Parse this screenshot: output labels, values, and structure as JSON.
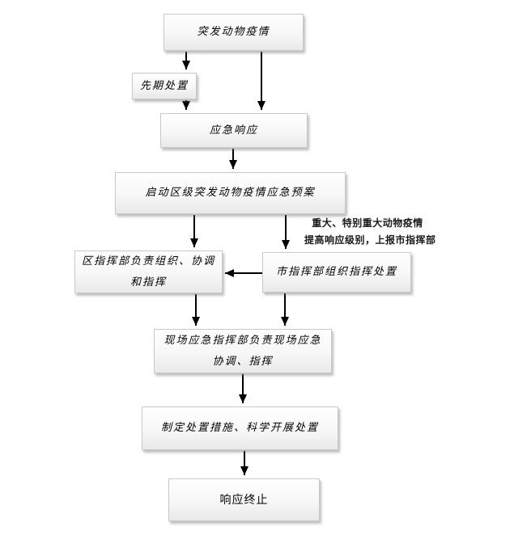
{
  "page": {
    "background": "#ffffff",
    "colors": {
      "box_border": "#c9c9c9",
      "box_fill_top": "#ffffff",
      "box_fill_bottom": "#e9e9e9",
      "connector": "#000000",
      "text": "#000000"
    }
  },
  "flowchart": {
    "type": "flowchart",
    "nodes": [
      {
        "id": "start",
        "label": "突发动物疫情"
      },
      {
        "id": "preliminary",
        "label": "先期处置"
      },
      {
        "id": "response",
        "label": "应急响应"
      },
      {
        "id": "activate-plan",
        "label": "启动区级突发动物疫情应急预案"
      },
      {
        "id": "district-hq",
        "label": "区指挥部负责组织、协调和指挥"
      },
      {
        "id": "city-hq",
        "label": "市指挥部组织指挥处置"
      },
      {
        "id": "onsite-hq",
        "label": "现场应急指挥部负责现场应急协调、指挥"
      },
      {
        "id": "measures",
        "label": "制定处置措施、科学开展处置"
      },
      {
        "id": "end",
        "label": "响应终止"
      }
    ],
    "edges": [
      {
        "from": "start",
        "to": "preliminary"
      },
      {
        "from": "start",
        "to": "response"
      },
      {
        "from": "preliminary",
        "to": "response"
      },
      {
        "from": "response",
        "to": "activate-plan"
      },
      {
        "from": "activate-plan",
        "to": "district-hq"
      },
      {
        "from": "activate-plan",
        "to": "city-hq"
      },
      {
        "from": "city-hq",
        "to": "district-hq"
      },
      {
        "from": "district-hq",
        "to": "onsite-hq"
      },
      {
        "from": "city-hq",
        "to": "onsite-hq"
      },
      {
        "from": "onsite-hq",
        "to": "measures"
      },
      {
        "from": "measures",
        "to": "end"
      }
    ],
    "annotation": {
      "line1": "重大、特别重大动物疫情",
      "line2": "提高响应级别，上报市指挥部"
    }
  }
}
